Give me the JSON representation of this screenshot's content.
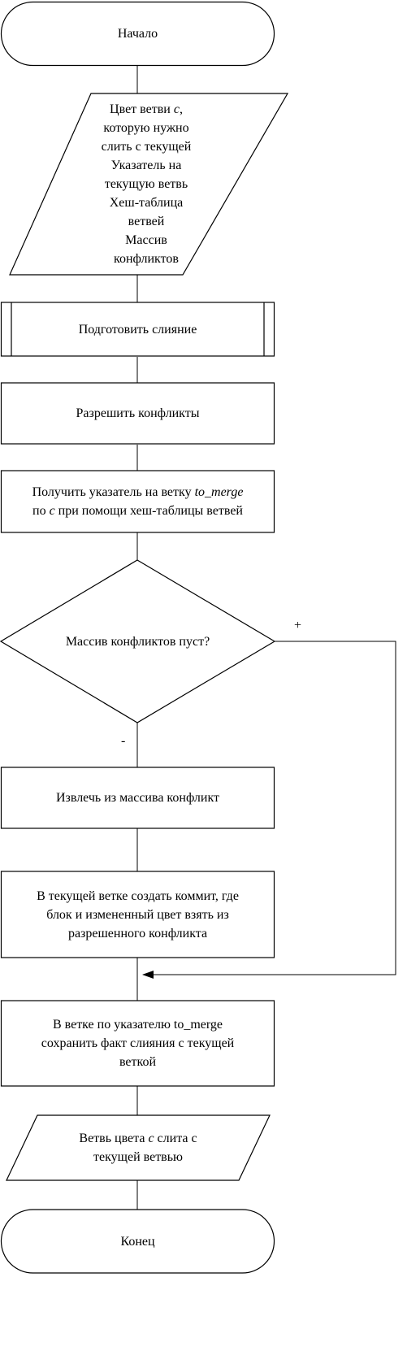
{
  "flowchart": {
    "start": "Начало",
    "input": {
      "line1_prefix": "Цвет ветви ",
      "line1_var": "c",
      "line1_suffix": ",",
      "line2": "которую нужно",
      "line3": "слить с текущей",
      "line4": "Указатель на",
      "line5": "текущую ветвь",
      "line6": "Хеш-таблица",
      "line7": "ветвей",
      "line8": "Массив",
      "line9": "конфликтов"
    },
    "prepare": "Подготовить слияние",
    "resolve": "Разрешить конфликты",
    "get_pointer": {
      "line1_prefix": "Получить указатель на ветку ",
      "line1_var": "to_merge",
      "line2_prefix": "по ",
      "line2_var": "c",
      "line2_suffix": " при помощи хеш-таблицы ветвей"
    },
    "decision": "Массив конфликтов пуст?",
    "yes_label": "+",
    "no_label": "-",
    "extract": "Извлечь из массива конфликт",
    "commit": {
      "line1": "В текущей ветке создать коммит, где",
      "line2": "блок и измененный цвет взять из",
      "line3": "разрешенного конфликта"
    },
    "save": {
      "line1": "В ветке по указателю to_merge",
      "line2": "сохранить факт слияния с текущей",
      "line3": "веткой"
    },
    "output": {
      "line1_prefix": "Ветвь цвета ",
      "line1_var": "c",
      "line1_suffix": " слита с",
      "line2": "текущей ветвью"
    },
    "end": "Конец"
  }
}
